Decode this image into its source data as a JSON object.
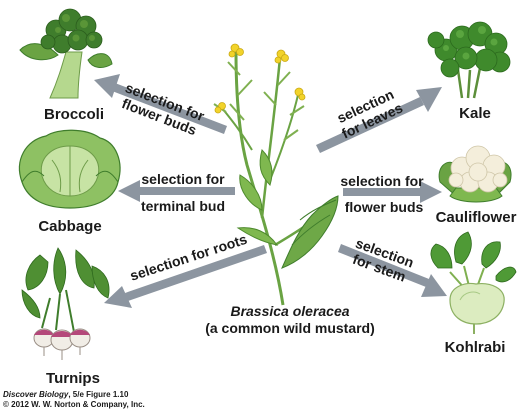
{
  "wild_plant": {
    "name_italic": "Brassica oleracea",
    "name_common": "(a common wild mustard)"
  },
  "vegetables": {
    "broccoli": "Broccoli",
    "cabbage": "Cabbage",
    "turnips": "Turnips",
    "kale": "Kale",
    "cauliflower": "Cauliflower",
    "kohlrabi": "Kohlrabi"
  },
  "selections": {
    "broccoli": [
      "selection for",
      "flower buds"
    ],
    "cabbage": [
      "selection for",
      "terminal bud"
    ],
    "turnips": [
      "selection for roots"
    ],
    "kale": [
      "selection",
      "for leaves"
    ],
    "cauliflower": [
      "selection for",
      "flower buds"
    ],
    "kohlrabi": [
      "selection",
      "for stem"
    ]
  },
  "credit": {
    "line1_italic": "Discover Biology",
    "line1_rest": ", 5/e  Figure 1.10",
    "line2": "© 2012 W. W. Norton & Company, Inc."
  },
  "colors": {
    "arrow": "#8c95a0",
    "leaf_dark": "#3f7d2c",
    "leaf_light": "#8fbf5a",
    "flower": "#f2d32a",
    "cauliflower": "#f4eedb",
    "turnip_white": "#f1ede6",
    "turnip_purple": "#b4487a"
  }
}
